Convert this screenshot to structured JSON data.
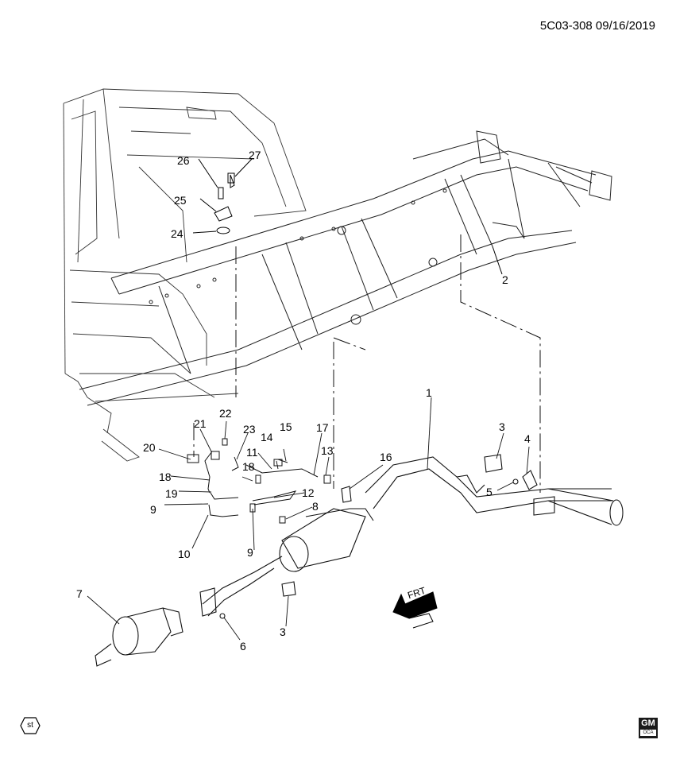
{
  "header": {
    "doc_id": "5C03-308 09/16/2019"
  },
  "callouts": {
    "c1": "1",
    "c2": "2",
    "c3a": "3",
    "c3b": "3",
    "c4": "4",
    "c5": "5",
    "c6": "6",
    "c7": "7",
    "c8": "8",
    "c9a": "9",
    "c9b": "9",
    "c10": "10",
    "c11": "11",
    "c12": "12",
    "c13": "13",
    "c14": "14",
    "c15": "15",
    "c16": "16",
    "c17": "17",
    "c18a": "18",
    "c18b": "18",
    "c19": "19",
    "c20": "20",
    "c21": "21",
    "c22": "22",
    "c23": "23",
    "c24": "24",
    "c25": "25",
    "c26": "26",
    "c27": "27"
  },
  "front_arrow": {
    "label": "FRT"
  },
  "footer": {
    "st_badge": "st",
    "logo_top": "GM",
    "logo_bottom": "OCA"
  }
}
